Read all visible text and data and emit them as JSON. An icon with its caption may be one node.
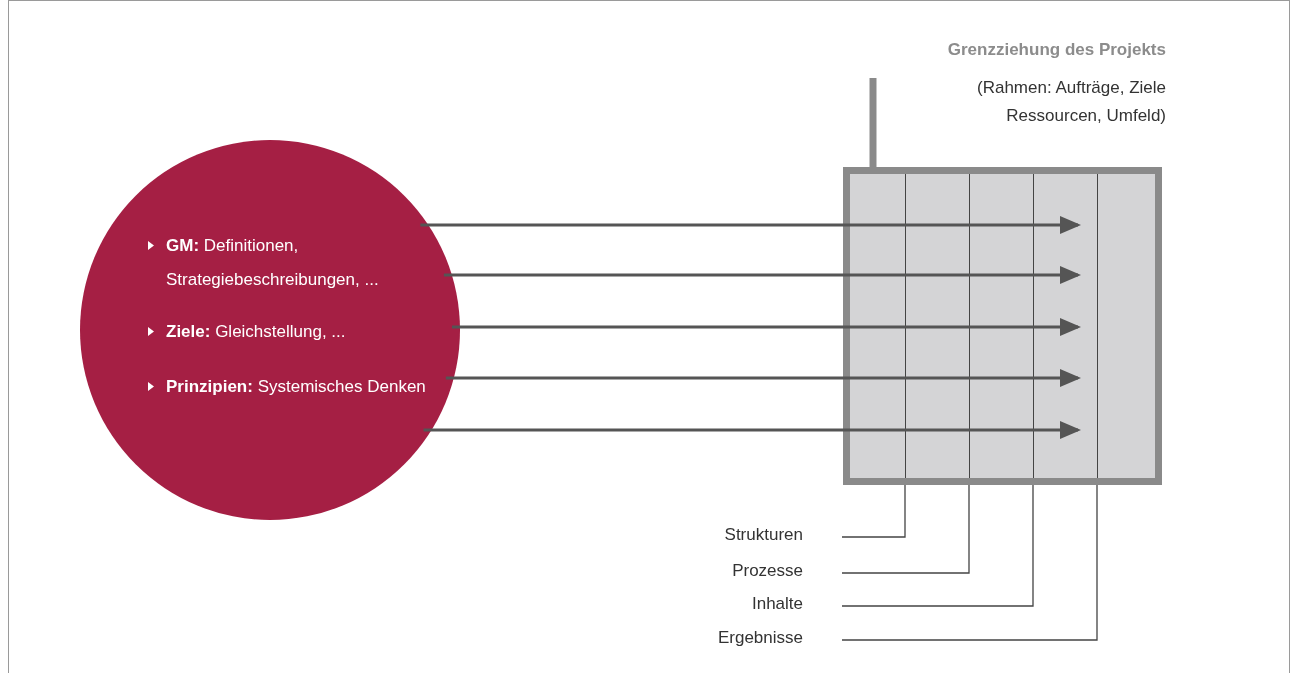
{
  "diagram": {
    "nodes": [
      {
        "text": [
          "**GM:** Definitionen, Strategiebeschreibungen, ...",
          "**Ziele:** Gleichstellung, ...",
          "**Prinzipien:** Systemisches Denken"
        ]
      },
      {
        "text": [
          "Grenzziehung des Projekts",
          "(Rahmen: Aufträge, Ziele Ressourcen, Umfeld)"
        ]
      },
      {
        "text": [],
        "shape": "box"
      },
      {
        "text": [
          "Strukturen"
        ]
      },
      {
        "text": [
          "Prozesse"
        ]
      },
      {
        "text": [
          "Inhalte"
        ]
      },
      {
        "text": [
          "Ergebnisse"
        ]
      }
    ],
    "edges": [
      {
        "from": 0,
        "to": 2,
        "arrow": "to"
      },
      {
        "from": 0,
        "to": 2,
        "arrow": "to"
      },
      {
        "from": 0,
        "to": 2,
        "arrow": "to"
      },
      {
        "from": 0,
        "to": 2,
        "arrow": "to"
      },
      {
        "from": 0,
        "to": 2,
        "arrow": "to"
      },
      {
        "from": 1,
        "to": 2,
        "arrow": "none",
        "style": "thick",
        "color": "#8a8a8a"
      },
      {
        "from": 3,
        "to": 2,
        "arrow": "none"
      },
      {
        "from": 4,
        "to": 2,
        "arrow": "none"
      },
      {
        "from": 5,
        "to": 2,
        "arrow": "none"
      },
      {
        "from": 6,
        "to": 2,
        "arrow": "none"
      }
    ]
  }
}
